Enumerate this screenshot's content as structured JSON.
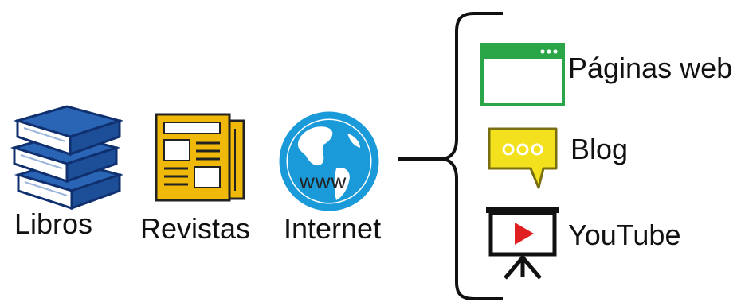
{
  "sources": {
    "libros": {
      "label": "Libros",
      "icon": "books-icon"
    },
    "revistas": {
      "label": "Revistas",
      "icon": "newspaper-icon"
    },
    "internet": {
      "label": "Internet",
      "icon": "globe-www-icon",
      "globe_text": "www"
    }
  },
  "internet_types": {
    "paginas_web": {
      "label": "Páginas web",
      "icon": "browser-window-icon"
    },
    "blog": {
      "label": "Blog",
      "icon": "chat-bubble-icon"
    },
    "youtube": {
      "label": "YouTube",
      "icon": "video-presentation-icon"
    }
  },
  "colors": {
    "books_blue": "#2a64b4",
    "books_dark": "#0f2f6e",
    "newspaper_yellow": "#f0b90a",
    "globe_blue": "#1a9ad8",
    "browser_green": "#2aa548",
    "blog_yellow": "#f4e11e",
    "play_red": "#e02020"
  }
}
